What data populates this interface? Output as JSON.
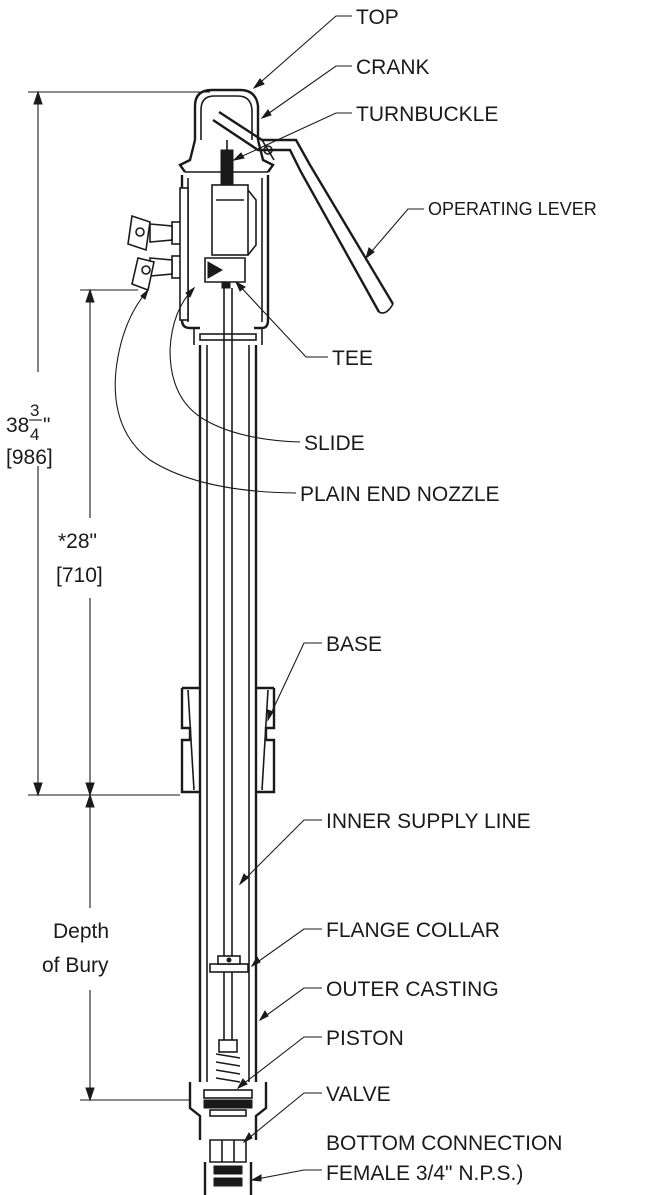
{
  "labels": {
    "top": "TOP",
    "crank": "CRANK",
    "turnbuckle": "TURNBUCKLE",
    "operating_lever": "OPERATING LEVER",
    "tee": "TEE",
    "slide": "SLIDE",
    "plain_end_nozzle": "PLAIN END NOZZLE",
    "base": "BASE",
    "inner_supply_line": "INNER SUPPLY LINE",
    "flange_collar": "FLANGE COLLAR",
    "outer_casting": "OUTER CASTING",
    "piston": "PISTON",
    "valve": "VALVE",
    "bottom_connection_1": "BOTTOM CONNECTION",
    "bottom_connection_2": "FEMALE 3/4\" N.P.S.)"
  },
  "dimensions": {
    "overall_whole": "38",
    "overall_frac_num": "3",
    "overall_frac_den": "4",
    "overall_inch_mark": "\"",
    "overall_mm": "[986]",
    "nozzle_height": "*28\"",
    "nozzle_height_mm": "[710]",
    "depth_line1": "Depth",
    "depth_line2": "of Bury"
  }
}
